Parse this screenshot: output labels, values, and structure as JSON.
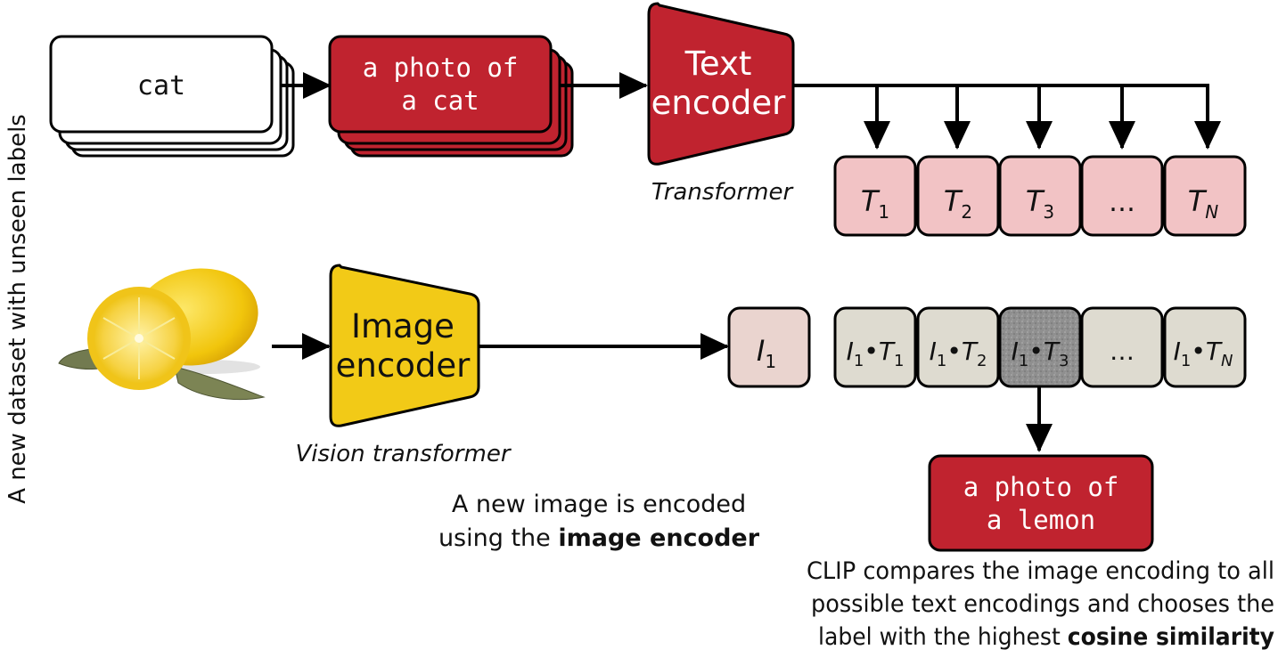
{
  "side_label": "A new dataset with unseen labels",
  "label_card": {
    "text": "cat"
  },
  "prompt_card": {
    "line1": "a photo of",
    "line2": "a cat"
  },
  "text_encoder": {
    "line1": "Text",
    "line2": "encoder",
    "caption": "Transformer"
  },
  "image_encoder": {
    "line1": "Image",
    "line2": "encoder",
    "caption": "Vision transformer"
  },
  "text_embeddings": [
    {
      "main": "T",
      "sub": "1"
    },
    {
      "main": "T",
      "sub": "2"
    },
    {
      "main": "T",
      "sub": "3"
    },
    {
      "main": "…",
      "sub": ""
    },
    {
      "main": "T",
      "sub": "N"
    }
  ],
  "image_embedding": {
    "main": "I",
    "sub": "1"
  },
  "similarities": [
    {
      "a": "I",
      "a_sub": "1",
      "dot": "•",
      "b": "T",
      "b_sub": "1"
    },
    {
      "a": "I",
      "a_sub": "1",
      "dot": "•",
      "b": "T",
      "b_sub": "2"
    },
    {
      "a": "I",
      "a_sub": "1",
      "dot": "•",
      "b": "T",
      "b_sub": "3"
    },
    {
      "a": "…",
      "a_sub": "",
      "dot": "",
      "b": "",
      "b_sub": ""
    },
    {
      "a": "I",
      "a_sub": "1",
      "dot": "•",
      "b": "T",
      "b_sub": "N"
    }
  ],
  "highlighted_similarity_index": 2,
  "result_card": {
    "line1": "a photo of",
    "line2": "a lemon"
  },
  "caption_image": {
    "line1": "A new image is encoded",
    "line2_plain": "using the ",
    "line2_bold": "image encoder"
  },
  "caption_clip": {
    "line1": "CLIP compares the image encoding to all",
    "line2": "possible text encodings and chooses the",
    "line3_plain": "label with the highest ",
    "line3_bold": "cosine similarity"
  },
  "colors": {
    "red": "#c0232f",
    "pink": "#f2c3c5",
    "yellow": "#f2ca17",
    "gray_box": "#dedbd0",
    "highlight_box": "#8f8f8f",
    "image_embedding_box": "#ead4cf",
    "stroke": "#000000"
  }
}
